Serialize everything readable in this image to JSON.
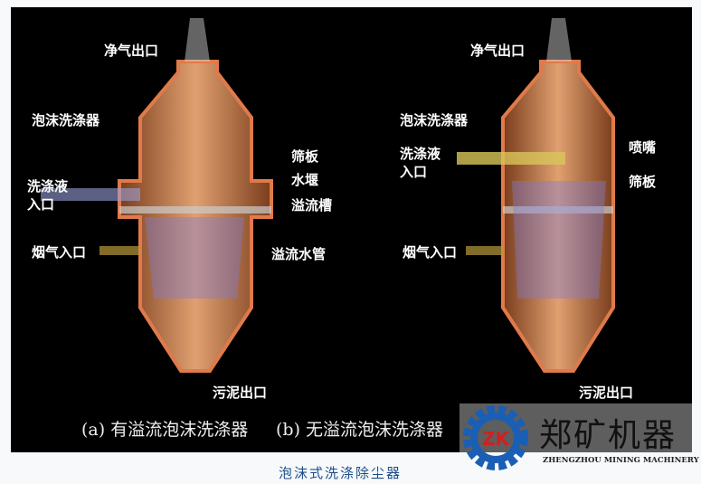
{
  "figure": {
    "left": {
      "labels": {
        "clean_gas_outlet": "净气出口",
        "foam_scrubber": "泡沫洗涤器",
        "sieve_plate": "筛板",
        "weir": "水堰",
        "liquid_inlet": "洗涤液\n入口",
        "overflow_trough": "溢流槽",
        "flue_gas_inlet": "烟气入口",
        "overflow_pipe": "溢流水管",
        "sludge_outlet": "污泥出口"
      },
      "caption": "(a) 有溢流泡沫洗涤器"
    },
    "right": {
      "labels": {
        "clean_gas_outlet": "净气出口",
        "foam_scrubber": "泡沫洗涤器",
        "liquid_inlet": "洗涤液\n入口",
        "nozzle": "喷嘴",
        "sieve_plate": "筛板",
        "flue_gas_inlet": "烟气入口",
        "sludge_outlet": "污泥出口"
      },
      "caption": "(b) 无溢流泡沫洗涤器"
    }
  },
  "title": "泡沫式洗涤除尘器",
  "watermark": {
    "name": "郑矿机器",
    "english": "ZHENGZHOU MINING MACHINERY",
    "logo_text": "ZK",
    "colors": {
      "gear": "#1a5fb4",
      "letters": "#d21f1f"
    }
  }
}
